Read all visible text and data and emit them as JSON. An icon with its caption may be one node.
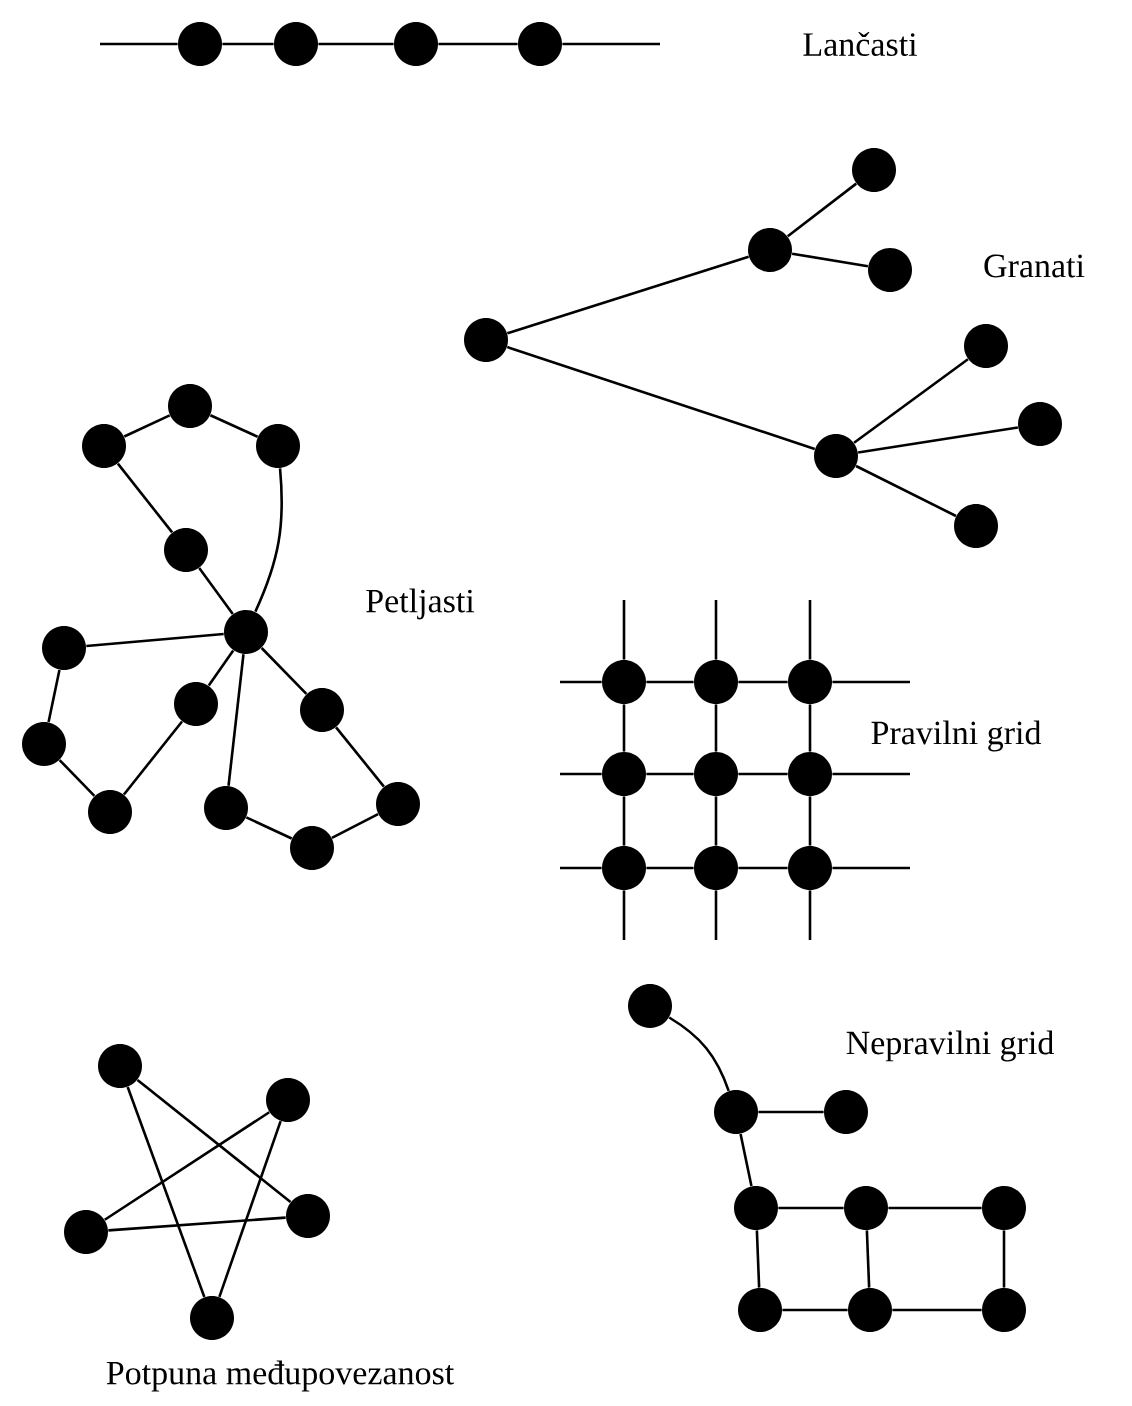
{
  "diagram": {
    "nodes": [
      {
        "text": [],
        "shape": "circle"
      },
      {
        "text": [],
        "shape": "circle"
      },
      {
        "text": [],
        "shape": "circle"
      },
      {
        "text": [],
        "shape": "circle"
      },
      {
        "text": [],
        "shape": "circle"
      },
      {
        "text": [],
        "shape": "circle"
      },
      {
        "text": [],
        "shape": "circle"
      },
      {
        "text": [],
        "shape": "circle"
      },
      {
        "text": [],
        "shape": "circle"
      },
      {
        "text": [],
        "shape": "circle"
      },
      {
        "text": [],
        "shape": "circle"
      },
      {
        "text": [],
        "shape": "circle"
      },
      {
        "text": [],
        "shape": "circle"
      },
      {
        "text": [],
        "shape": "circle"
      },
      {
        "text": [],
        "shape": "circle"
      },
      {
        "text": [],
        "shape": "circle"
      },
      {
        "text": [],
        "shape": "circle"
      },
      {
        "text": [],
        "shape": "circle"
      },
      {
        "text": [],
        "shape": "circle"
      },
      {
        "text": [],
        "shape": "circle"
      },
      {
        "text": [],
        "shape": "circle"
      },
      {
        "text": [],
        "shape": "circle"
      },
      {
        "text": [],
        "shape": "circle"
      },
      {
        "text": [],
        "shape": "circle"
      },
      {
        "text": [],
        "shape": "circle"
      },
      {
        "text": [],
        "shape": "circle"
      },
      {
        "text": [],
        "shape": "circle"
      },
      {
        "text": [],
        "shape": "circle"
      },
      {
        "text": [],
        "shape": "circle"
      },
      {
        "text": [],
        "shape": "circle"
      },
      {
        "text": [],
        "shape": "circle"
      },
      {
        "text": [],
        "shape": "circle"
      },
      {
        "text": [],
        "shape": "circle"
      },
      {
        "text": [],
        "shape": "circle"
      },
      {
        "text": [],
        "shape": "circle"
      },
      {
        "text": [],
        "shape": "circle"
      },
      {
        "text": [],
        "shape": "circle"
      },
      {
        "text": [],
        "shape": "circle"
      },
      {
        "text": [],
        "shape": "circle"
      },
      {
        "text": [],
        "shape": "circle"
      },
      {
        "text": [],
        "shape": "circle"
      },
      {
        "text": [],
        "shape": "circle"
      },
      {
        "text": [],
        "shape": "circle"
      },
      {
        "text": [],
        "shape": "circle"
      },
      {
        "text": [],
        "shape": "circle"
      },
      {
        "text": [],
        "shape": "circle"
      },
      {
        "text": [],
        "shape": "circle"
      },
      {
        "text": [],
        "shape": "circle"
      }
    ],
    "edges": [
      {
        "from": null,
        "to": 0,
        "arrow": "none"
      },
      {
        "from": 0,
        "to": 1,
        "arrow": "none"
      },
      {
        "from": 1,
        "to": 2,
        "arrow": "none"
      },
      {
        "from": 2,
        "to": 3,
        "arrow": "none"
      },
      {
        "from": 3,
        "to": null,
        "arrow": "none"
      },
      {
        "from": 4,
        "to": 5,
        "arrow": "none"
      },
      {
        "from": 5,
        "to": 6,
        "arrow": "none"
      },
      {
        "from": 5,
        "to": 7,
        "arrow": "none"
      },
      {
        "from": 4,
        "to": 8,
        "arrow": "none"
      },
      {
        "from": 8,
        "to": 9,
        "arrow": "none"
      },
      {
        "from": 8,
        "to": 10,
        "arrow": "none"
      },
      {
        "from": 8,
        "to": 11,
        "arrow": "none"
      },
      {
        "from": 12,
        "to": 16,
        "arrow": "none"
      },
      {
        "from": 16,
        "to": 13,
        "arrow": "none"
      },
      {
        "from": 13,
        "to": 14,
        "arrow": "none"
      },
      {
        "from": 14,
        "to": 15,
        "arrow": "none"
      },
      {
        "from": 15,
        "to": 12,
        "arrow": "none"
      },
      {
        "from": 12,
        "to": 17,
        "arrow": "none"
      },
      {
        "from": 17,
        "to": 18,
        "arrow": "none"
      },
      {
        "from": 18,
        "to": 19,
        "arrow": "none"
      },
      {
        "from": 19,
        "to": 20,
        "arrow": "none"
      },
      {
        "from": 20,
        "to": 12,
        "arrow": "none"
      },
      {
        "from": 12,
        "to": 21,
        "arrow": "none"
      },
      {
        "from": 21,
        "to": 22,
        "arrow": "none"
      },
      {
        "from": 22,
        "to": 23,
        "arrow": "none"
      },
      {
        "from": 23,
        "to": 24,
        "arrow": "none"
      },
      {
        "from": 24,
        "to": 12,
        "arrow": "none"
      },
      {
        "from": null,
        "to": 25,
        "arrow": "none"
      },
      {
        "from": 25,
        "to": 26,
        "arrow": "none"
      },
      {
        "from": 26,
        "to": 27,
        "arrow": "none"
      },
      {
        "from": 27,
        "to": null,
        "arrow": "none"
      },
      {
        "from": null,
        "to": 28,
        "arrow": "none"
      },
      {
        "from": 28,
        "to": 29,
        "arrow": "none"
      },
      {
        "from": 29,
        "to": 30,
        "arrow": "none"
      },
      {
        "from": 30,
        "to": null,
        "arrow": "none"
      },
      {
        "from": null,
        "to": 31,
        "arrow": "none"
      },
      {
        "from": 31,
        "to": 32,
        "arrow": "none"
      },
      {
        "from": 32,
        "to": 33,
        "arrow": "none"
      },
      {
        "from": 33,
        "to": null,
        "arrow": "none"
      },
      {
        "from": null,
        "to": 25,
        "arrow": "none"
      },
      {
        "from": 25,
        "to": 28,
        "arrow": "none"
      },
      {
        "from": 28,
        "to": 31,
        "arrow": "none"
      },
      {
        "from": 31,
        "to": null,
        "arrow": "none"
      },
      {
        "from": null,
        "to": 26,
        "arrow": "none"
      },
      {
        "from": 26,
        "to": 29,
        "arrow": "none"
      },
      {
        "from": 29,
        "to": 32,
        "arrow": "none"
      },
      {
        "from": 32,
        "to": null,
        "arrow": "none"
      },
      {
        "from": null,
        "to": 27,
        "arrow": "none"
      },
      {
        "from": 27,
        "to": 30,
        "arrow": "none"
      },
      {
        "from": 30,
        "to": 33,
        "arrow": "none"
      },
      {
        "from": 33,
        "to": null,
        "arrow": "none"
      },
      {
        "from": 34,
        "to": 35,
        "arrow": "none"
      },
      {
        "from": 35,
        "to": 36,
        "arrow": "none"
      },
      {
        "from": 35,
        "to": 37,
        "arrow": "none"
      },
      {
        "from": 37,
        "to": 38,
        "arrow": "none"
      },
      {
        "from": 38,
        "to": 39,
        "arrow": "none"
      },
      {
        "from": 37,
        "to": 40,
        "arrow": "none"
      },
      {
        "from": 38,
        "to": 41,
        "arrow": "none"
      },
      {
        "from": 39,
        "to": 42,
        "arrow": "none"
      },
      {
        "from": 40,
        "to": 41,
        "arrow": "none"
      },
      {
        "from": 41,
        "to": 42,
        "arrow": "none"
      },
      {
        "from": 43,
        "to": 47,
        "arrow": "none"
      },
      {
        "from": 43,
        "to": 46,
        "arrow": "none"
      },
      {
        "from": 44,
        "to": 45,
        "arrow": "none"
      },
      {
        "from": 44,
        "to": 47,
        "arrow": "none"
      },
      {
        "from": 45,
        "to": 46,
        "arrow": "none"
      }
    ],
    "labels": [
      "Lančasti",
      "Granati",
      "Petljasti",
      "Pravilni grid",
      "Nepravilni grid",
      "Potpuna međupovezanost"
    ]
  }
}
